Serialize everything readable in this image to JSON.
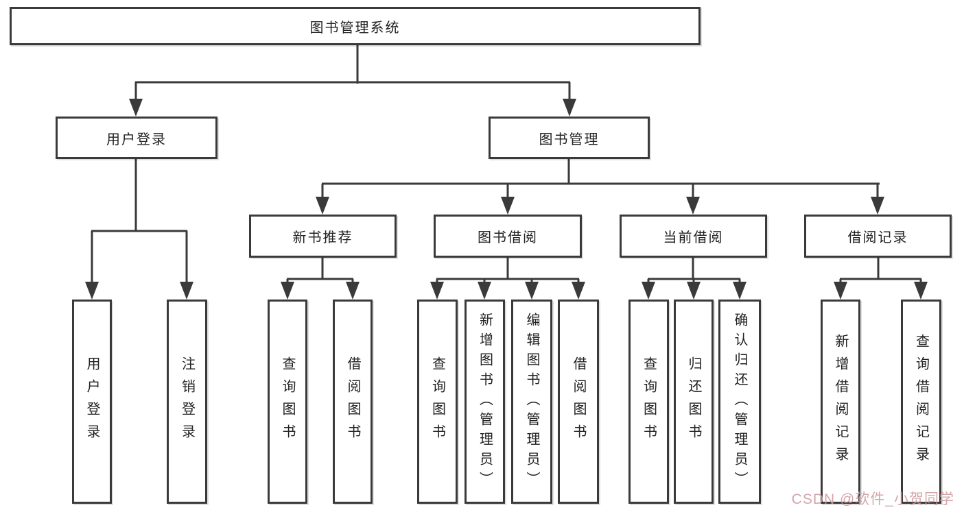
{
  "diagram": {
    "root": {
      "label": "图书管理系统"
    },
    "level2": [
      {
        "label": "用户登录"
      },
      {
        "label": "图书管理"
      }
    ],
    "level3": [
      {
        "label": "新书推荐"
      },
      {
        "label": "图书借阅"
      },
      {
        "label": "当前借阅"
      },
      {
        "label": "借阅记录"
      }
    ],
    "leaves": {
      "user_login": [
        {
          "label": "用户登录"
        },
        {
          "label": "注销登录"
        }
      ],
      "new_book": [
        {
          "label": "查询图书"
        },
        {
          "label": "借阅图书"
        }
      ],
      "book_borrow": [
        {
          "label": "查询图书"
        },
        {
          "label": "新增图书（管理员）"
        },
        {
          "label": "编辑图书（管理员）"
        },
        {
          "label": "借阅图书"
        }
      ],
      "current_borrow": [
        {
          "label": "查询图书"
        },
        {
          "label": "归还图书"
        },
        {
          "label": "确认归还（管理员）"
        }
      ],
      "borrow_record": [
        {
          "label": "新增借阅记录"
        },
        {
          "label": "查询借阅记录"
        }
      ]
    }
  },
  "watermark": {
    "text": "CSDN @软件_小贺同学"
  },
  "colors": {
    "line": "#3a3a3a",
    "box_border": "#3a3a3a",
    "box_bg": "#ffffff",
    "text": "#222222",
    "watermark": "#cf9aa0",
    "background": "#ffffff"
  }
}
